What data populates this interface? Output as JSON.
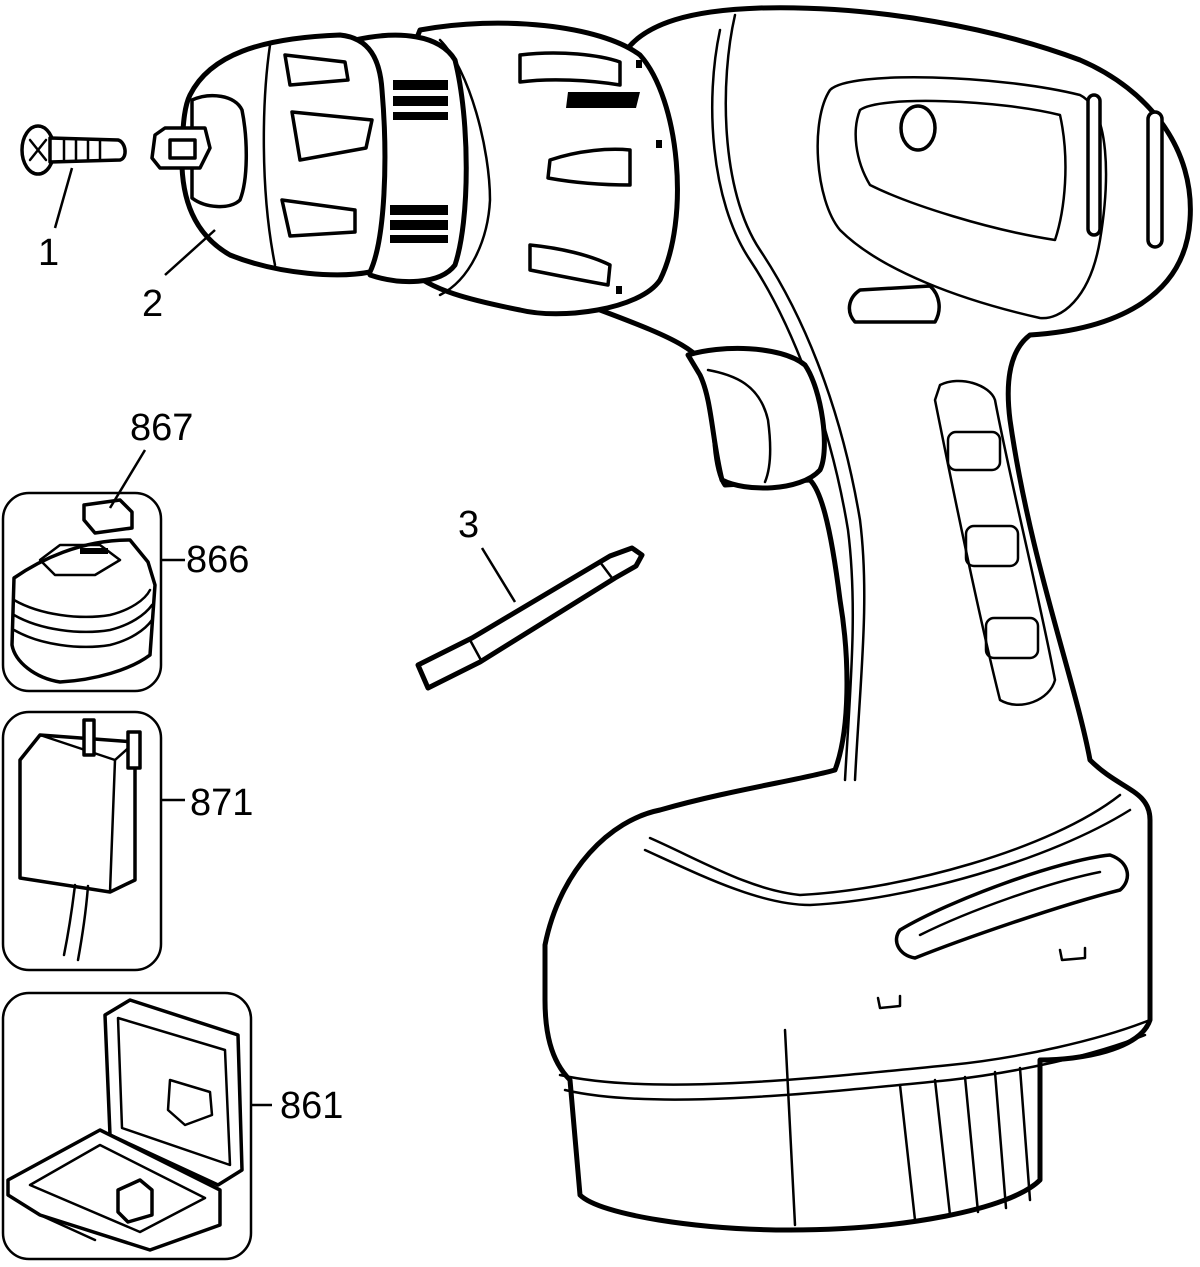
{
  "callouts": {
    "screw": "1",
    "chuck": "2",
    "bit": "3",
    "battery_cap": "867",
    "battery": "866",
    "charger": "871",
    "case": "861"
  },
  "colors": {
    "line": "#000000",
    "background": "#ffffff"
  }
}
